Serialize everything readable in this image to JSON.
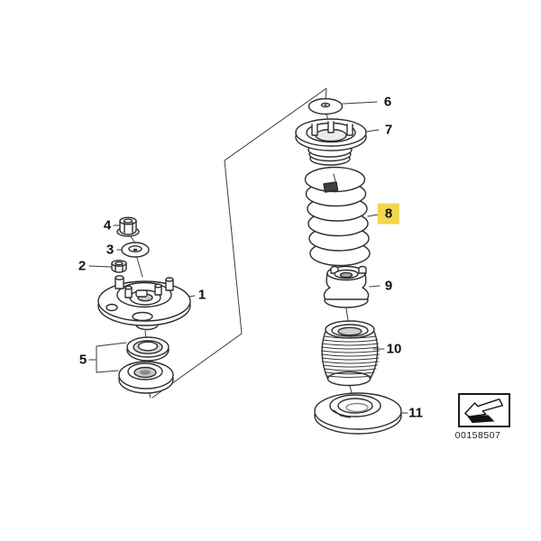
{
  "diagram": {
    "line_color": "#2e2e2e",
    "highlight_color": "#F2D64B",
    "highlighted_callout": "8",
    "callouts": [
      {
        "label": "1"
      },
      {
        "label": "2"
      },
      {
        "label": "3"
      },
      {
        "label": "4"
      },
      {
        "label": "5"
      },
      {
        "label": "6"
      },
      {
        "label": "7"
      },
      {
        "label": "8"
      },
      {
        "label": "9"
      },
      {
        "label": "10"
      },
      {
        "label": "11"
      }
    ]
  },
  "stamp": {
    "doc_number": "00158507",
    "icon": "direction-arrow-down-left"
  }
}
